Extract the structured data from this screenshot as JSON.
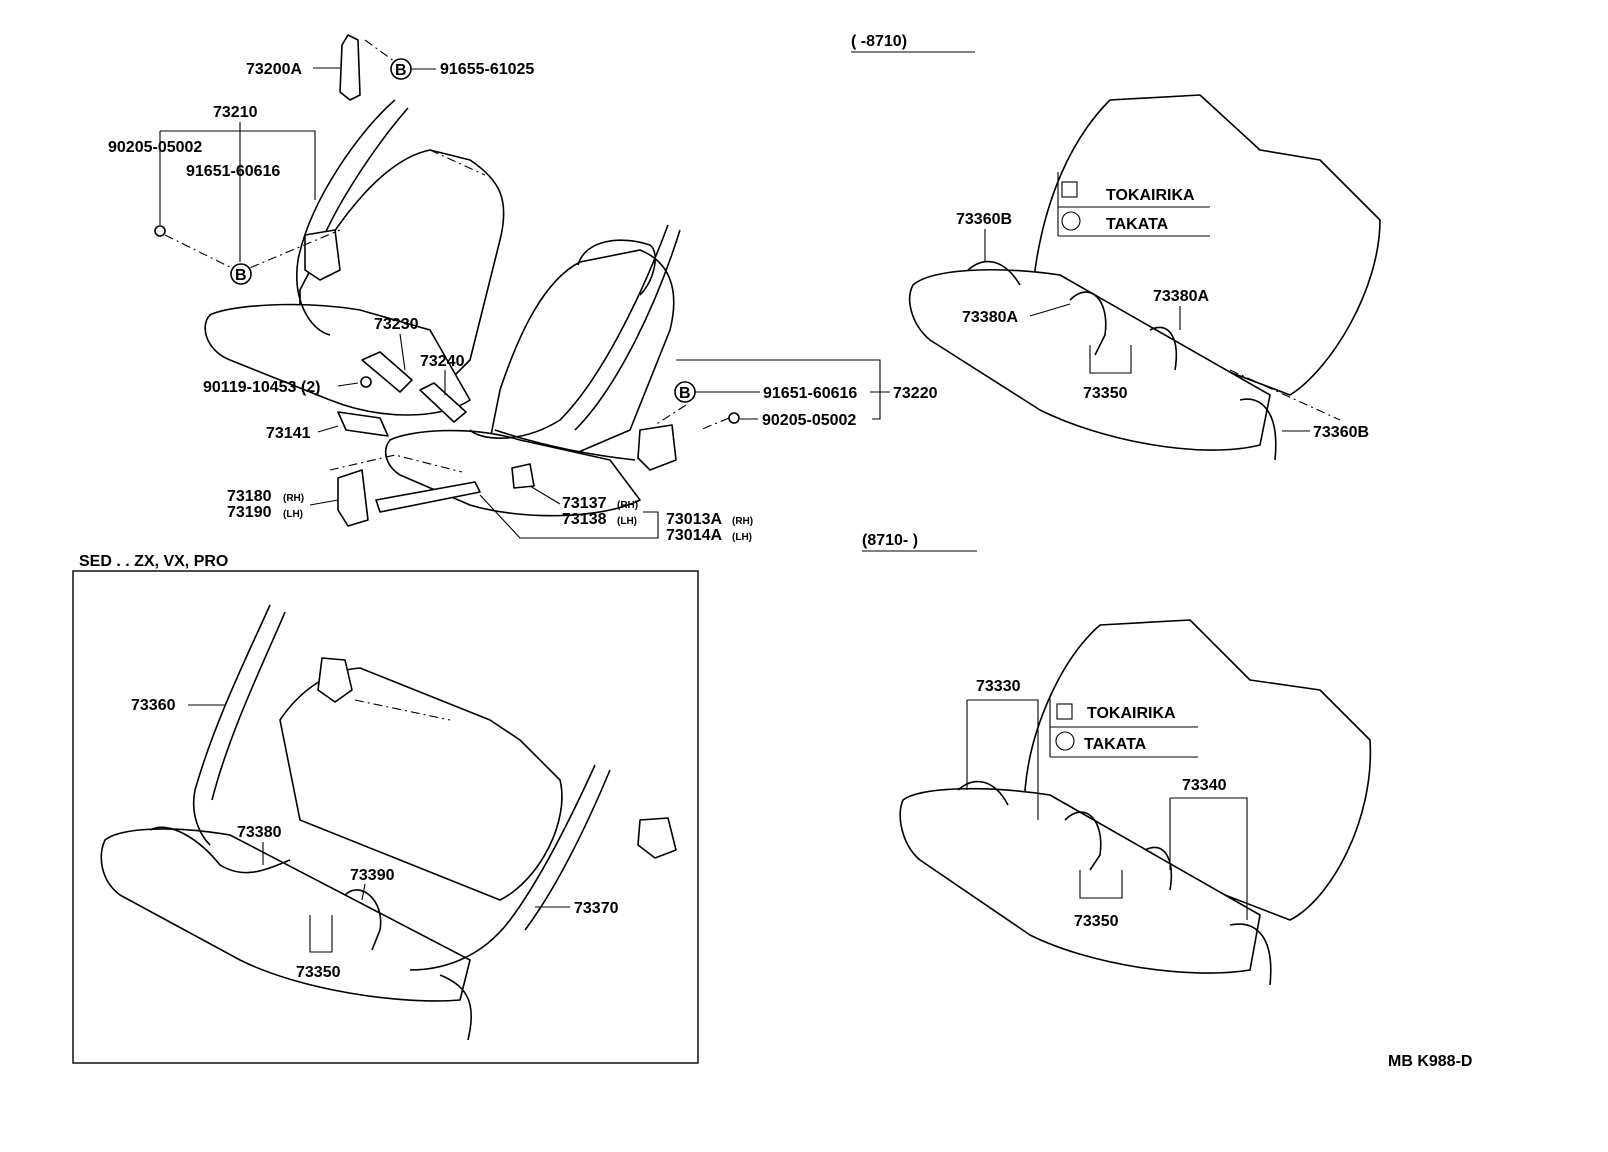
{
  "drawing_code": "MB K988-D",
  "period_before": "(        -8710)",
  "period_after": "(8710-        )",
  "inset_title": "SED . . ZX, VX, PRO",
  "mark_b": "B",
  "manufacturers": [
    "TOKAIRIKA",
    "TAKATA"
  ],
  "front_parts": {
    "p73200A": "73200A",
    "p91655": "91655-61025",
    "p73210": "73210",
    "p90205a": "90205-05002",
    "p91651a": "91651-60616",
    "p73230": "73230",
    "p73240": "73240",
    "p90119": "90119-10453 (2)",
    "p73141": "73141",
    "p73180": "73180",
    "p73190": "73190",
    "p91651b": "91651-60616",
    "p73220": "73220",
    "p90205b": "90205-05002",
    "p73137": "73137",
    "p73138": "73138",
    "p73013A": "73013A",
    "p73014A": "73014A",
    "rh": "(RH)",
    "lh": "(LH)"
  },
  "rear_before_parts": {
    "p73360B_left": "73360B",
    "p73380A_left": "73380A",
    "p73380A_right": "73380A",
    "p73350": "73350",
    "p73360B_right": "73360B"
  },
  "rear_after_parts": {
    "p73330": "73330",
    "p73340": "73340",
    "p73350": "73350"
  },
  "inset_parts": {
    "p73360": "73360",
    "p73380": "73380",
    "p73390": "73390",
    "p73370": "73370",
    "p73350": "73350"
  }
}
